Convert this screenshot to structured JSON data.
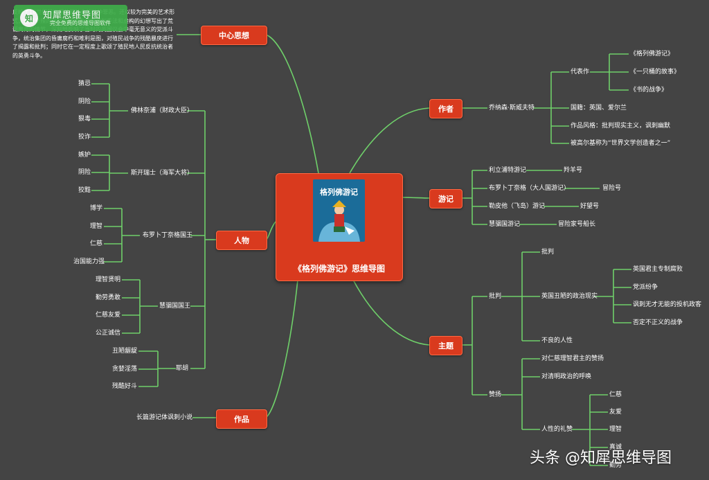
{
  "center": {
    "title": "《格列佛游记》思维导图",
    "cover_title": "格列佛游记"
  },
  "badge": {
    "logo": "知",
    "title": "知犀思维导图",
    "subtitle": "完全免费的思维导图软件"
  },
  "description": "反映了18世纪前半期英国社会的种种罪恶。还以较为完美的艺术形式，运用辛辣的讽刺笔触和丰富的讽刺手法和虚构的幻想写出了荒诞离奇的情节，深刻地反映了当时的英国议会中毫无意义的党派斗争，统治集团的昏庸腐朽和唯利是图，对殖民战争的残酷暴戾进行了揭露和批判；同时它在一定程度上歌颂了殖民地人民反抗统治者的英勇斗争。",
  "watermark": "头条 @知犀思维导图",
  "branches": {
    "central_idea": "中心思想",
    "characters": "人物",
    "work": "作品",
    "author": "作者",
    "travels": "游记",
    "theme": "主题"
  },
  "work": {
    "genre": "长篇游记体讽刺小说"
  },
  "characters": {
    "flimnap": {
      "label": "佛林奈浦（财政大臣）",
      "traits": [
        "猜忌",
        "阴险",
        "狠毒",
        "狡诈"
      ]
    },
    "skyresh": {
      "label": "斯开瑞士（海军大将）",
      "traits": [
        "嫉妒",
        "阴险",
        "狡黠"
      ]
    },
    "brobdingnag_king": {
      "label": "布罗卜丁奈格国王",
      "traits": [
        "博学",
        "理智",
        "仁慈",
        "治国能力强"
      ]
    },
    "houyhnhnm_king": {
      "label": "慧骃国国王",
      "traits": [
        "理智贤明",
        "勤劳勇敢",
        "仁慈友爱",
        "公正诚信"
      ]
    },
    "yahoo": {
      "label": "耶胡",
      "traits": [
        "丑陋龌龊",
        "贪婪淫荡",
        "残酷好斗"
      ]
    }
  },
  "author": {
    "name": "乔纳森·斯威夫特",
    "works_label": "代表作",
    "works": [
      "《格列佛游记》",
      "《一只桶的故事》",
      "《书的战争》"
    ],
    "nationality": "国籍：英国、爱尔兰",
    "style": "作品风格：批判现实主义，讽刺幽默",
    "praise": "被高尔基称为“世界文学创造者之一”"
  },
  "travels": [
    {
      "place": "利立浦特游记",
      "ship": "羚羊号"
    },
    {
      "place": "布罗卜丁奈格（大人国游记）",
      "ship": "冒险号"
    },
    {
      "place": "勒皮他（飞岛）游记",
      "ship": "好望号"
    },
    {
      "place": "慧骃国游记",
      "ship": "冒险家号船长"
    }
  ],
  "theme": {
    "critique": {
      "label": "批判",
      "items": [
        "批判",
        "英国丑陋的政治现实",
        "不良的人性"
      ],
      "politics": [
        "英国君主专制腐败",
        "党派纷争",
        "讽刺无才无能的投机政客",
        "否定不正义的战争"
      ]
    },
    "praise": {
      "label": "赞扬",
      "items": [
        "对仁慈理智君主的赞扬",
        "对清明政治的呼唤",
        "人性的礼赞"
      ],
      "virtues": [
        "仁慈",
        "友爱",
        "理智",
        "真诚",
        "勤劳"
      ]
    }
  },
  "colors": {
    "background": "#444444",
    "node": "#d93a1e",
    "line": "#6fd06a"
  }
}
